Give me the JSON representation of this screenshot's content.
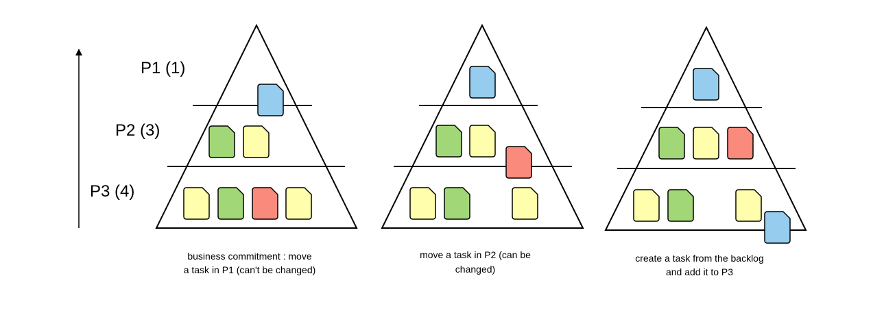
{
  "colors": {
    "blue": "#96cdee",
    "green": "#a2d777",
    "yellow": "#fefeac",
    "red": "#fa8a7c",
    "stroke": "#000000"
  },
  "levels": [
    {
      "label": "P1 (1)"
    },
    {
      "label": "P2 (3)"
    },
    {
      "label": "P3 (4)"
    }
  ],
  "captions": [
    [
      "business commitment  : move",
      "a task in P1 (can't be changed)"
    ],
    [
      "move a task in P2 (can be",
      "changed)"
    ],
    [
      "create a task from the backlog",
      "and add it to P3"
    ]
  ],
  "pyramids": [
    {
      "tasks": [
        {
          "level": "P1",
          "color": "blue"
        },
        {
          "level": "P2",
          "color": "green"
        },
        {
          "level": "P2",
          "color": "yellow"
        },
        {
          "level": "P3",
          "color": "yellow"
        },
        {
          "level": "P3",
          "color": "green"
        },
        {
          "level": "P3",
          "color": "red"
        },
        {
          "level": "P3",
          "color": "yellow"
        }
      ]
    },
    {
      "tasks": [
        {
          "level": "P1",
          "color": "blue"
        },
        {
          "level": "P2",
          "color": "green"
        },
        {
          "level": "P2",
          "color": "yellow"
        },
        {
          "level": "P2",
          "color": "red"
        },
        {
          "level": "P3",
          "color": "yellow"
        },
        {
          "level": "P3",
          "color": "green"
        },
        {
          "level": "P3",
          "color": "yellow"
        }
      ]
    },
    {
      "tasks": [
        {
          "level": "P1",
          "color": "blue"
        },
        {
          "level": "P2",
          "color": "green"
        },
        {
          "level": "P2",
          "color": "yellow"
        },
        {
          "level": "P2",
          "color": "red"
        },
        {
          "level": "P3",
          "color": "yellow"
        },
        {
          "level": "P3",
          "color": "green"
        },
        {
          "level": "P3",
          "color": "yellow"
        },
        {
          "level": "P3",
          "color": "blue"
        }
      ]
    }
  ]
}
